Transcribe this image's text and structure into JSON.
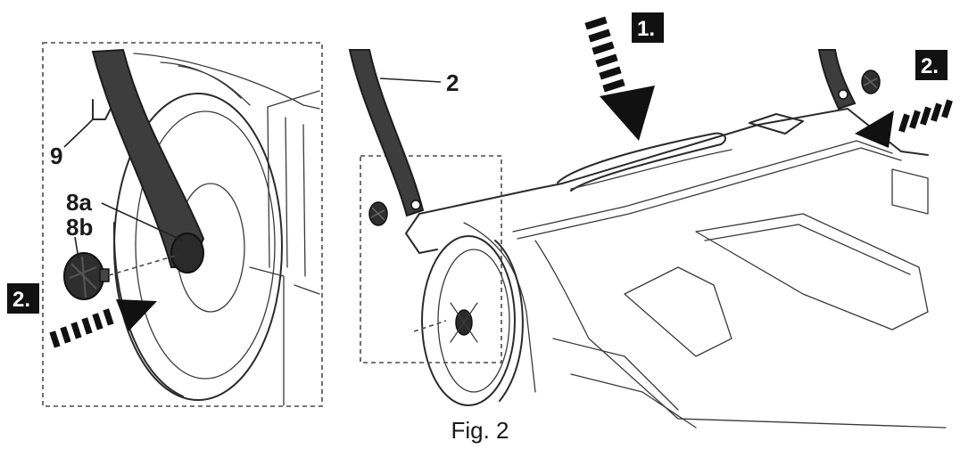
{
  "figure": {
    "caption": "Fig. 2",
    "parts": {
      "handle": "2",
      "bracket": "9",
      "knob_a": "8a",
      "knob_b": "8b"
    },
    "steps": {
      "press_down": "1.",
      "insert_left": "2.",
      "insert_right": "2."
    }
  }
}
